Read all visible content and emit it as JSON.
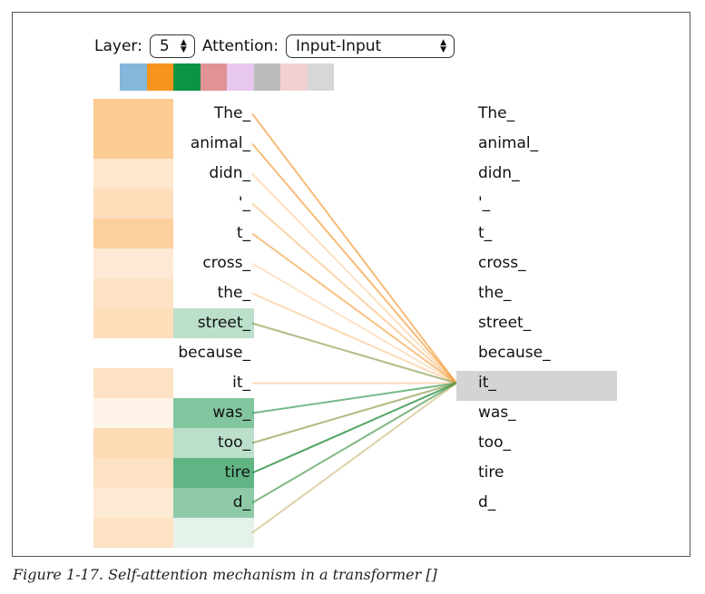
{
  "controls": {
    "layer_label": "Layer:",
    "layer_value": "5",
    "attention_label": "Attention:",
    "attention_value": "Input-Input"
  },
  "head_colors": [
    "#84b7dc",
    "#f7941e",
    "#0b9444",
    "#e29294",
    "#e8c7ee",
    "#bbbbbb",
    "#f2d0d1",
    "#d7d7d7"
  ],
  "left_tokens": [
    {
      "text": "The_",
      "orange": 0.55,
      "green": 0
    },
    {
      "text": "animal_",
      "orange": 0.55,
      "green": 0
    },
    {
      "text": "didn_",
      "orange": 0.25,
      "green": 0
    },
    {
      "text": "'_",
      "orange": 0.35,
      "green": 0
    },
    {
      "text": "t_",
      "orange": 0.5,
      "green": 0
    },
    {
      "text": "cross_",
      "orange": 0.22,
      "green": 0
    },
    {
      "text": "the_",
      "orange": 0.3,
      "green": 0
    },
    {
      "text": "street_",
      "orange": 0.35,
      "green": 0.3
    },
    {
      "text": "because_",
      "orange": 0,
      "green": 0
    },
    {
      "text": "it_",
      "orange": 0.3,
      "green": 0
    },
    {
      "text": "was_",
      "orange": 0.12,
      "green": 0.55
    },
    {
      "text": "too_",
      "orange": 0.38,
      "green": 0.3
    },
    {
      "text": "tire",
      "orange": 0.3,
      "green": 0.7
    },
    {
      "text": "d_",
      "orange": 0.22,
      "green": 0.5
    },
    {
      "text": "",
      "orange": 0.3,
      "green": 0.12
    }
  ],
  "right_tokens": [
    "The_",
    "animal_",
    "didn_",
    "'_",
    "t_",
    "cross_",
    "the_",
    "street_",
    "because_",
    "it_",
    "was_",
    "too_",
    "tire",
    "d_"
  ],
  "selected_index": 9,
  "caption": "Figure 1-17. Self-attention mechanism in a transformer []"
}
